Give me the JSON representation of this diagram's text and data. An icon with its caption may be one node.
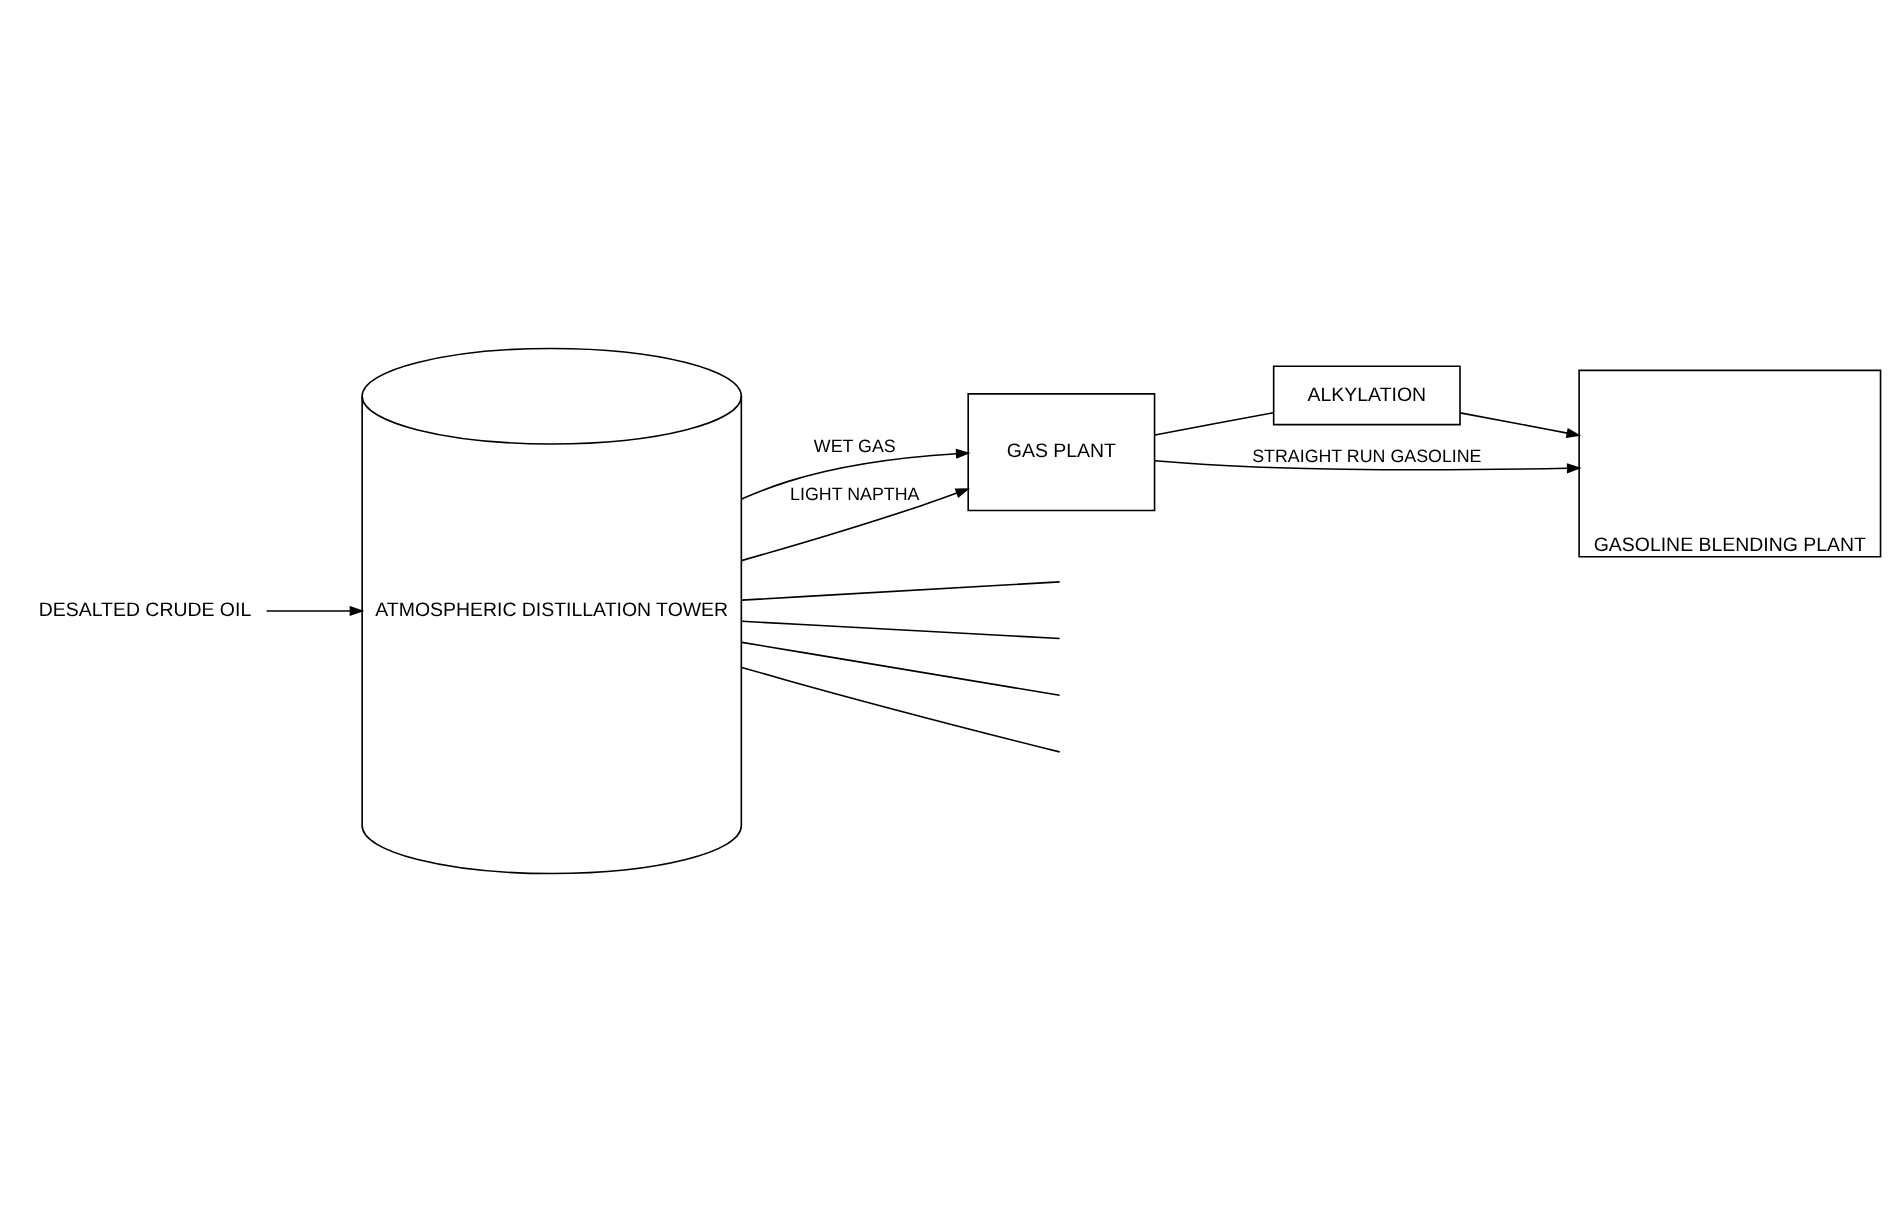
{
  "diagram": {
    "nodes": [
      {
        "text": [
          "ATMOSPHERIC DISTILLATION TOWER"
        ]
      },
      {
        "text": [
          "GAS PLANT"
        ]
      },
      {
        "text": [
          "ALKYLATION"
        ]
      },
      {
        "text": [
          "GASOLINE BLENDING PLANT"
        ]
      },
      {
        "text": [
          "DESALTED CRUDE OIL"
        ]
      }
    ],
    "edges": [
      {
        "from": 4,
        "to": 0,
        "arrow": "to"
      },
      {
        "from": 0,
        "to": 1,
        "label": "WET GAS",
        "arrow": "to"
      },
      {
        "from": 0,
        "to": 1,
        "label": "LIGHT NAPTHA",
        "arrow": "to"
      },
      {
        "from": 1,
        "to": 2,
        "arrow": "none"
      },
      {
        "from": 2,
        "to": 3,
        "arrow": "to"
      },
      {
        "from": 1,
        "to": 3,
        "label": "STRAIGHT RUN GASOLINE",
        "arrow": "to"
      },
      {
        "from": 0,
        "to": null,
        "arrow": "none"
      },
      {
        "from": 0,
        "to": null,
        "arrow": "none"
      },
      {
        "from": 0,
        "to": null,
        "arrow": "none"
      },
      {
        "from": 0,
        "to": null,
        "arrow": "none"
      }
    ]
  }
}
